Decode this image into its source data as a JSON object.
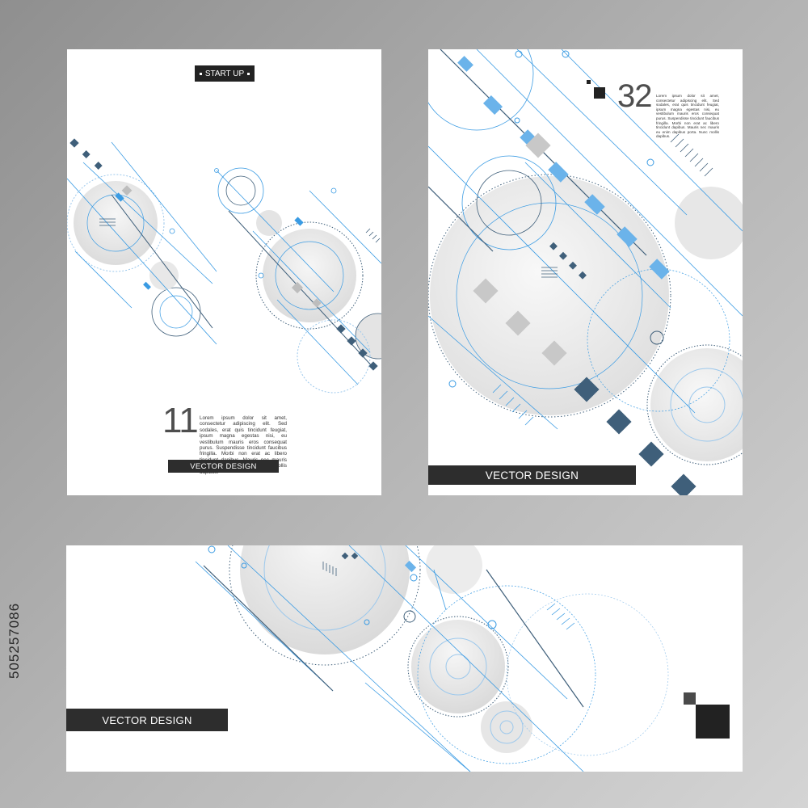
{
  "card_a": {
    "badge": "START UP",
    "number": "11",
    "body_text": "Lorem ipsum dolor sit amet, consectetur adipiscing elit. Sed sodales, erat quis tincidunt feugiat, ipsum magna egestas nisi, eu vestibulum mauris eros consequat purus. Suspendisse tincidunt faucibus fringilla. Morbi non erat ac libero tincidunt dapibus. Mauris nec mauris eu enim dapibus porta. Nunc mollis dapibus.",
    "bar_label": "VECTOR DESIGN"
  },
  "card_b": {
    "number": "32",
    "body_text": "Lorem ipsum dolor sit amet, consectetur adipiscing elit. Sed sodales, erat quis tincidunt feugiat, ipsum magna egestas nisi, eu vestibulum mauris eros consequat purus. Suspendisse tincidunt faucibus fringilla. Morbi non erat ac libero tincidunt dapibus. Mauris nec mauris eu enim dapibus porta. Nunc mollis dapibus.",
    "bar_label": "VECTOR DESIGN"
  },
  "card_c": {
    "bar_label": "VECTOR DESIGN"
  },
  "side_id": "505257086",
  "colors": {
    "accent_blue": "#3a9be3",
    "light_blue": "#9cc8ec",
    "dark_slate": "#3f5f7a",
    "bar_dark": "#2d2d2d",
    "circle_gray": "#e6e6e6"
  }
}
